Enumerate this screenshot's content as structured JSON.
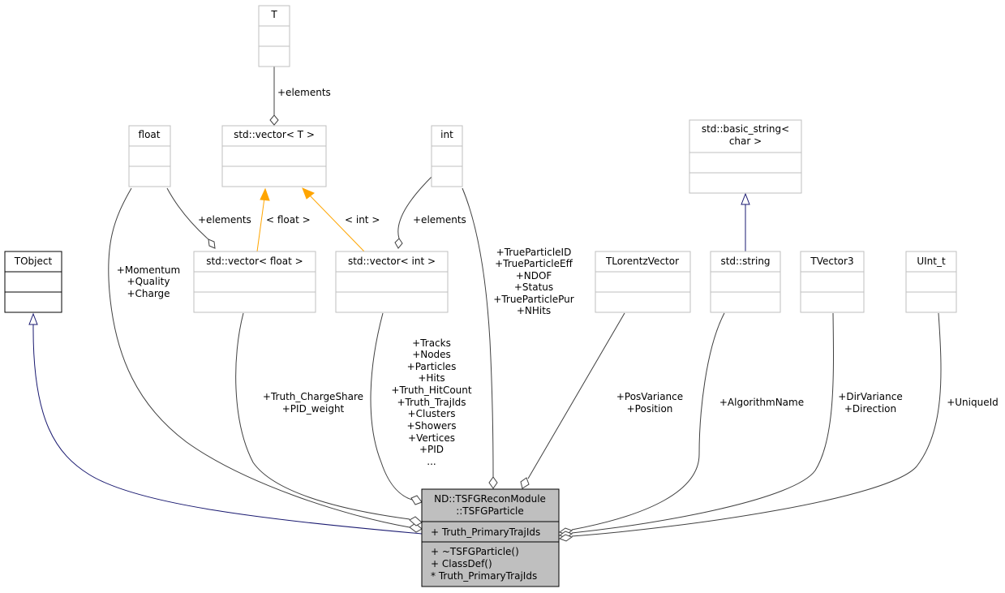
{
  "nodes": {
    "T": {
      "title": "T"
    },
    "float": {
      "title": "float"
    },
    "vector_T": {
      "title": "std::vector< T >"
    },
    "int": {
      "title": "int"
    },
    "basic_string": {
      "title_line1": "std::basic_string<",
      "title_line2": "char >"
    },
    "TObject": {
      "title": "TObject"
    },
    "vector_float": {
      "title": "std::vector< float >"
    },
    "vector_int": {
      "title": "std::vector< int >"
    },
    "TLorentzVector": {
      "title": "TLorentzVector"
    },
    "string": {
      "title": "std::string"
    },
    "TVector3": {
      "title": "TVector3"
    },
    "UInt_t": {
      "title": "UInt_t"
    },
    "main": {
      "title_line1": "ND::TSFGReconModule",
      "title_line2": "::TSFGParticle",
      "attribute": "+ Truth_PrimaryTrajIds",
      "methods": [
        "+ ~TSFGParticle()",
        "+ ClassDef()",
        "* Truth_PrimaryTrajIds"
      ]
    }
  },
  "edge_labels": {
    "T_elements": "+elements",
    "float_elements": "+elements",
    "template_float": "< float >",
    "template_int": "< int >",
    "int_elements": "+elements",
    "float_members": [
      "+Momentum",
      "+Quality",
      "+Charge"
    ],
    "vector_float_members": [
      "+Truth_ChargeShare",
      "+PID_weight"
    ],
    "vector_int_members": [
      "+Tracks",
      "+Nodes",
      "+Particles",
      "+Hits",
      "+Truth_HitCount",
      "+Truth_TrajIds",
      "+Clusters",
      "+Showers",
      "+Vertices",
      "+PID",
      "..."
    ],
    "int_members": [
      "+TrueParticleID",
      "+TrueParticleEff",
      "+NDOF",
      "+Status",
      "+TrueParticlePur",
      "+NHits"
    ],
    "lorentz_members": [
      "+PosVariance",
      "+Position"
    ],
    "string_members": [
      "+AlgorithmName"
    ],
    "vector3_members": [
      "+DirVariance",
      "+Direction"
    ],
    "uint_members": [
      "+UniqueId"
    ]
  },
  "colors": {
    "inheritance": "#191970",
    "template": "#ffa500",
    "usage": "#404040",
    "main_fill": "#bfbfbf"
  }
}
